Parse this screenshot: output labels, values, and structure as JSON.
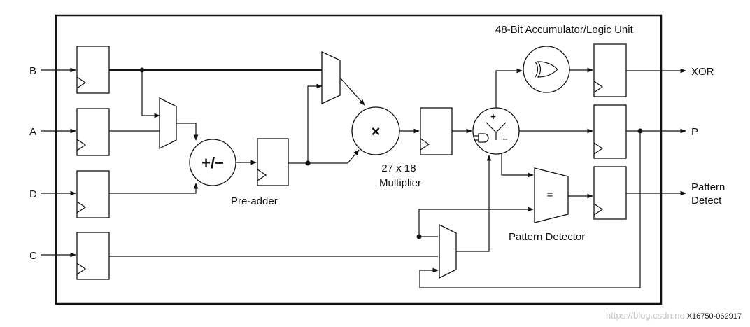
{
  "title": "48-Bit Accumulator/Logic Unit",
  "inputs": {
    "b": "B",
    "a": "A",
    "d": "D",
    "c": "C"
  },
  "outputs": {
    "xor": "XOR",
    "p": "P",
    "pattern_line1": "Pattern",
    "pattern_line2": "Detect"
  },
  "blocks": {
    "preadder_symbol": "+/−",
    "preadder_label": "Pre-adder",
    "multiplier_symbol": "×",
    "multiplier_line1": "27 x 18",
    "multiplier_line2": "Multiplier",
    "alu_plus": "+",
    "alu_minus": "−",
    "pattern_symbol": "=",
    "pattern_label": "Pattern Detector"
  },
  "figure_id": "X16750-062917",
  "watermark": "https://blog.csdn.ne"
}
